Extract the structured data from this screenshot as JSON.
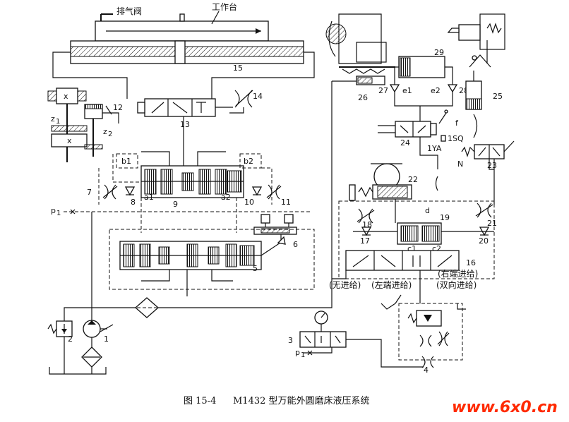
{
  "labels": {
    "exhaust_valve": "排气阀",
    "worktable": "工作台",
    "n1": "1",
    "n2": "2",
    "n3": "3",
    "n4": "4",
    "n5": "5",
    "n6": "6",
    "n7": "7",
    "n8": "8",
    "n9": "9",
    "n10": "10",
    "n11": "11",
    "n12": "12",
    "n13": "13",
    "n14": "14",
    "n15": "15",
    "n16": "16",
    "n17": "17",
    "n18": "18",
    "n19": "19",
    "n20": "20",
    "n21": "21",
    "n22": "22",
    "n23": "23",
    "n24": "24",
    "n25": "25",
    "n26": "26",
    "n27": "27",
    "n28": "28",
    "n29": "29",
    "a1": "a1",
    "a2": "a2",
    "b1": "b1",
    "b2": "b2",
    "c1": "c1",
    "c2": "c2",
    "d": "d",
    "e1": "e1",
    "e2": "e2",
    "f": "f",
    "z1": "z",
    "z1_sub": "1",
    "z2": "z",
    "z2_sub": "2",
    "x_top": "x",
    "x_bot": "x",
    "p1_left": "p",
    "p1_left_sub": "1",
    "p1_bot": "p",
    "p1_bot_sub": "1",
    "sq": "1SQ",
    "ya": "1YA",
    "n_label": "N",
    "mode_none": "(无进给)",
    "mode_left": "(左端进给)",
    "mode_right": "(右端进给)",
    "mode_both": "(双向进给)"
  },
  "caption": {
    "fig_no": "图 15-4",
    "title": "M1432 型万能外圆磨床液压系统"
  },
  "watermark": "www.6x0.cn"
}
